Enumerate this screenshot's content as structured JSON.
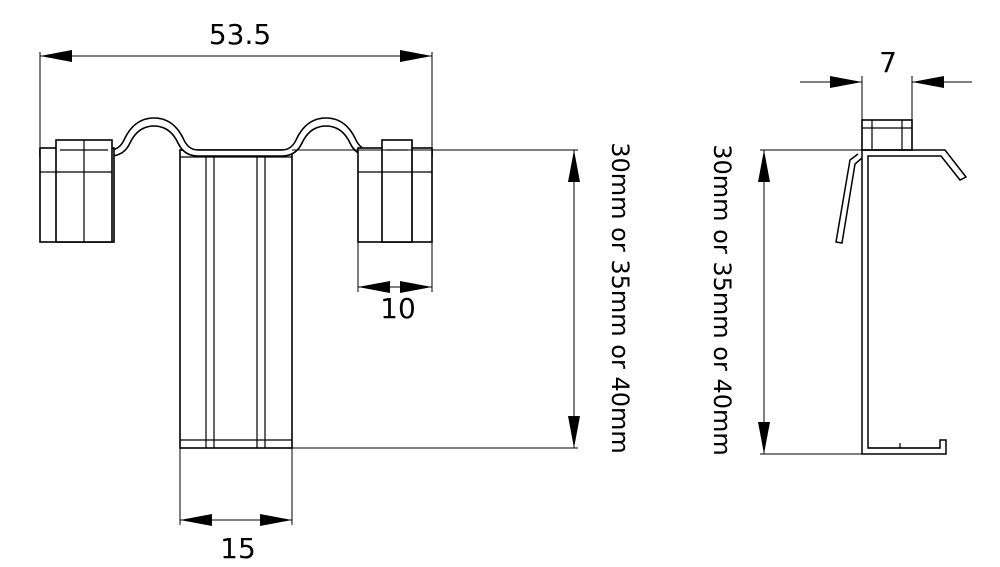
{
  "dimensions": {
    "overall_width": "53.5",
    "tab_width": "10",
    "body_width": "15",
    "side_thickness": "7",
    "height_front": "30mm or 35mm or 40mm",
    "height_side": "30mm or 35mm or 40mm"
  }
}
